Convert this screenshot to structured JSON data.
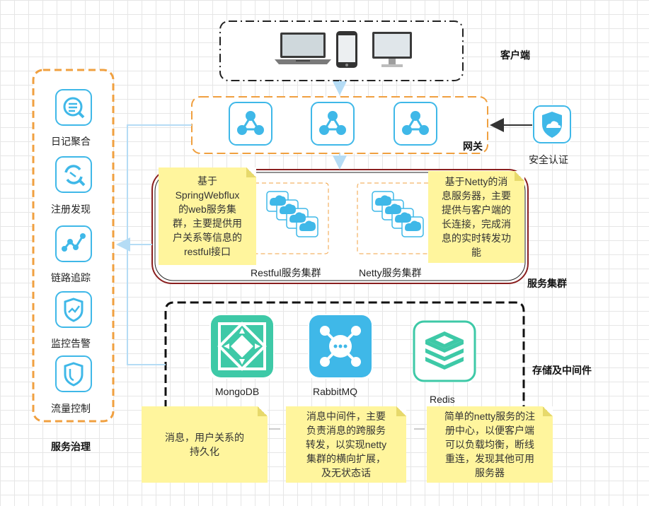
{
  "colors": {
    "accent_orange": "#f0a040",
    "icon_blue": "#3fb8e8",
    "icon_teal": "#3ec9a7",
    "arrow_blue": "#b5dcf5",
    "note_yellow": "#fff59d",
    "cluster_red": "#8a1f1f"
  },
  "client": {
    "label": "客户端",
    "devices": [
      "laptop-icon",
      "phone-icon",
      "monitor-icon"
    ]
  },
  "gateway": {
    "label": "网关",
    "nodes": [
      "gateway-node-icon",
      "gateway-node-icon",
      "gateway-node-icon"
    ]
  },
  "security": {
    "label": "安全认证",
    "icon": "shield-cloud-icon"
  },
  "governance": {
    "title": "服务治理",
    "items": [
      {
        "label": "日记聚合",
        "icon": "log-search-icon"
      },
      {
        "label": "注册发现",
        "icon": "discovery-icon"
      },
      {
        "label": "链路追踪",
        "icon": "trace-icon"
      },
      {
        "label": "监控告警",
        "icon": "monitor-alert-icon"
      },
      {
        "label": "流量控制",
        "icon": "flow-shield-icon"
      }
    ]
  },
  "cluster": {
    "label": "服务集群",
    "restful_label": "Restful服务集群",
    "netty_label": "Netty服务集群",
    "restful_note": [
      "基于",
      "SpringWebflux",
      "的web服务集",
      "群，主要提供用",
      "户关系等信息的",
      "restful接口"
    ],
    "netty_note": [
      "基于Netty的消",
      "息服务器，主要",
      "提供与客户端的",
      "长连接，完成消",
      "息的实时转发功",
      "能"
    ]
  },
  "storage": {
    "label": "存储及中间件",
    "items": [
      {
        "label": "MongoDB",
        "icon": "mongodb-icon"
      },
      {
        "label": "RabbitMQ",
        "icon": "rabbitmq-icon"
      },
      {
        "label": "Redis",
        "icon": "redis-icon"
      }
    ],
    "notes": [
      [
        "消息，用户关系的",
        "持久化"
      ],
      [
        "消息中间件，主要",
        "负责消息的跨服务",
        "转发，以实现netty",
        "集群的横向扩展，",
        "及无状态话"
      ],
      [
        "简单的netty服务的注",
        "册中心，以便客户端",
        "可以负载均衡，断线",
        "重连，发现其他可用",
        "服务器"
      ]
    ]
  }
}
